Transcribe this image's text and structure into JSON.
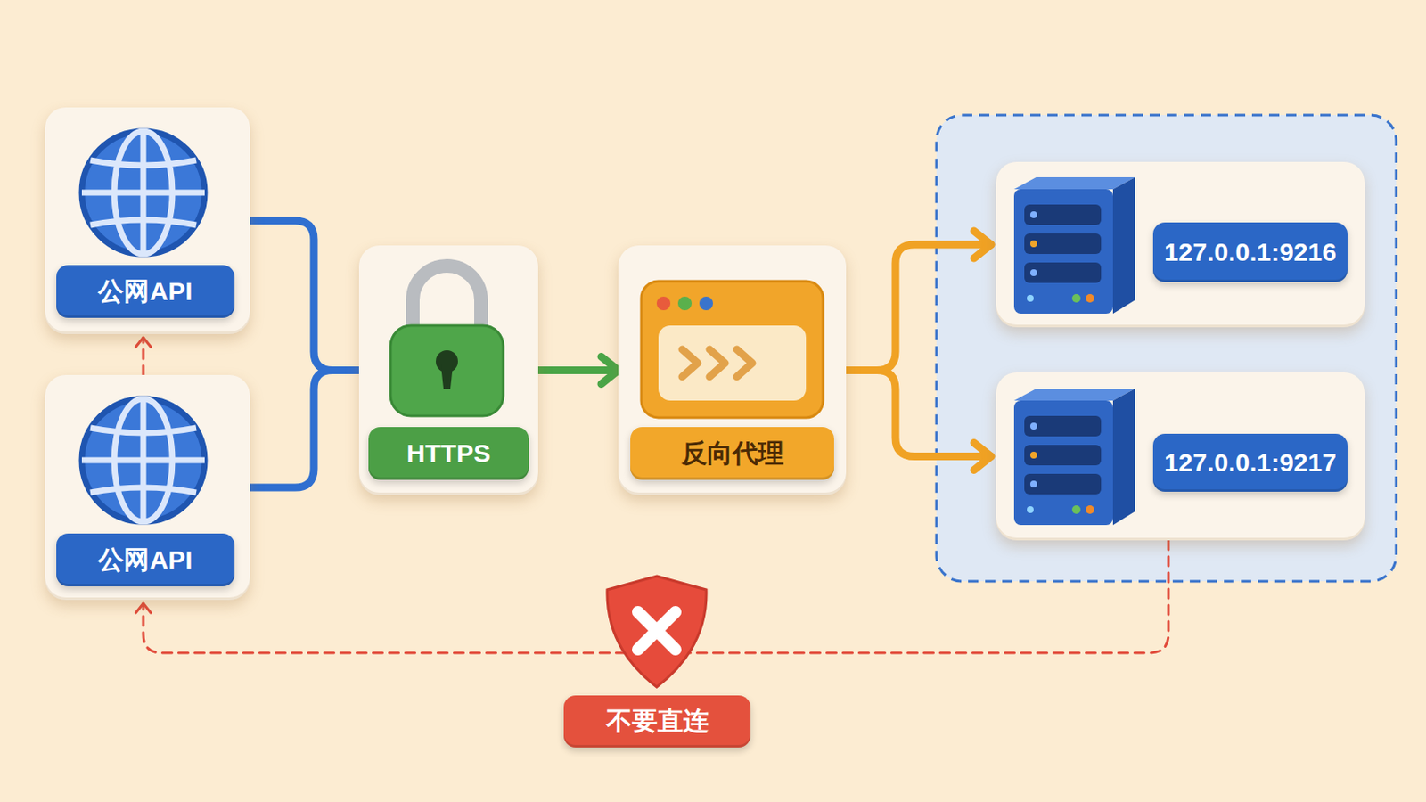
{
  "diagram": {
    "nodes": [
      {
        "text": [
          "公网API"
        ]
      },
      {
        "text": [
          "公网API"
        ]
      },
      {
        "text": [
          "HTTPS"
        ]
      },
      {
        "text": [
          "反向代理"
        ]
      },
      {
        "text": [
          "127.0.0.1:9216"
        ]
      },
      {
        "text": [
          "127.0.0.1:9217"
        ]
      }
    ],
    "edges": [
      {
        "from": 0,
        "to": 2,
        "arrow": "none"
      },
      {
        "from": 1,
        "to": 2,
        "arrow": "none"
      },
      {
        "from": 2,
        "to": 3,
        "arrow": "to"
      },
      {
        "from": 3,
        "to": 4,
        "arrow": "to"
      },
      {
        "from": 3,
        "to": 5,
        "arrow": "to"
      },
      {
        "from": 1,
        "to": 0,
        "arrow": "to"
      },
      {
        "from": 5,
        "to": 1,
        "label": "不要直连",
        "arrow": "to"
      }
    ]
  }
}
